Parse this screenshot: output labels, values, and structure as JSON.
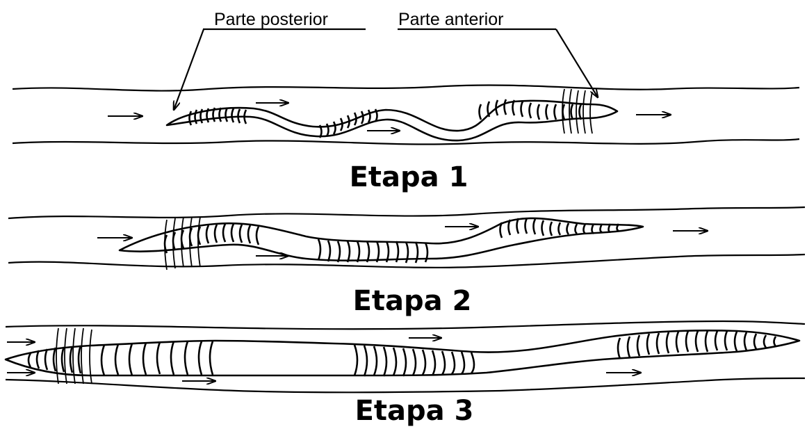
{
  "labels": {
    "posterior": "Parte posterior",
    "anterior": "Parte anterior"
  },
  "stages": [
    {
      "title": "Etapa 1"
    },
    {
      "title": "Etapa 2"
    },
    {
      "title": "Etapa 3"
    }
  ]
}
